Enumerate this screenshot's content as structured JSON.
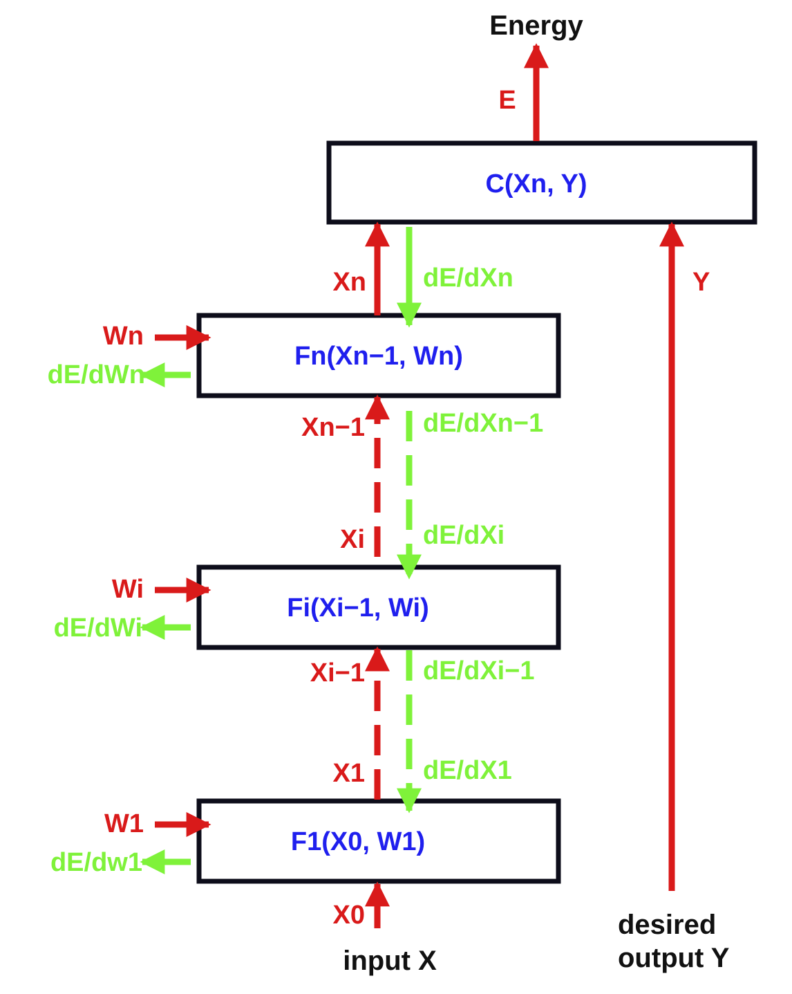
{
  "colors": {
    "forward": "#d91a1a",
    "backward": "#7ff23a",
    "box_text": "#1f1fee",
    "box_border": "#0d0d1a",
    "plain_text": "#111111"
  },
  "boxes": {
    "cost": "C(Xn, Y)",
    "fn": "Fn(Xn−1, Wn)",
    "fi": "Fi(Xi−1, Wi)",
    "f1": "F1(X0, W1)"
  },
  "top": {
    "energy": "Energy",
    "e": "E"
  },
  "forward_labels": {
    "xn": "Xn",
    "xn_minus_1": "Xn−1",
    "xi": "Xi",
    "xi_minus_1": "Xi−1",
    "x1": "X1",
    "x0": "X0",
    "y": "Y"
  },
  "backward_labels": {
    "de_dxn": "dE/dXn",
    "de_dxn_minus_1": "dE/dXn−1",
    "de_dxi": "dE/dXi",
    "de_dxi_minus_1": "dE/dXi−1",
    "de_dx1": "dE/dX1"
  },
  "weights": {
    "wn": "Wn",
    "de_dwn": "dE/dWn",
    "wi": "Wi",
    "de_dwi": "dE/dWi",
    "w1": "W1",
    "de_dw1": "dE/dw1"
  },
  "inputs": {
    "input_x": "input X",
    "desired_line1": "desired",
    "desired_line2": "output Y"
  }
}
